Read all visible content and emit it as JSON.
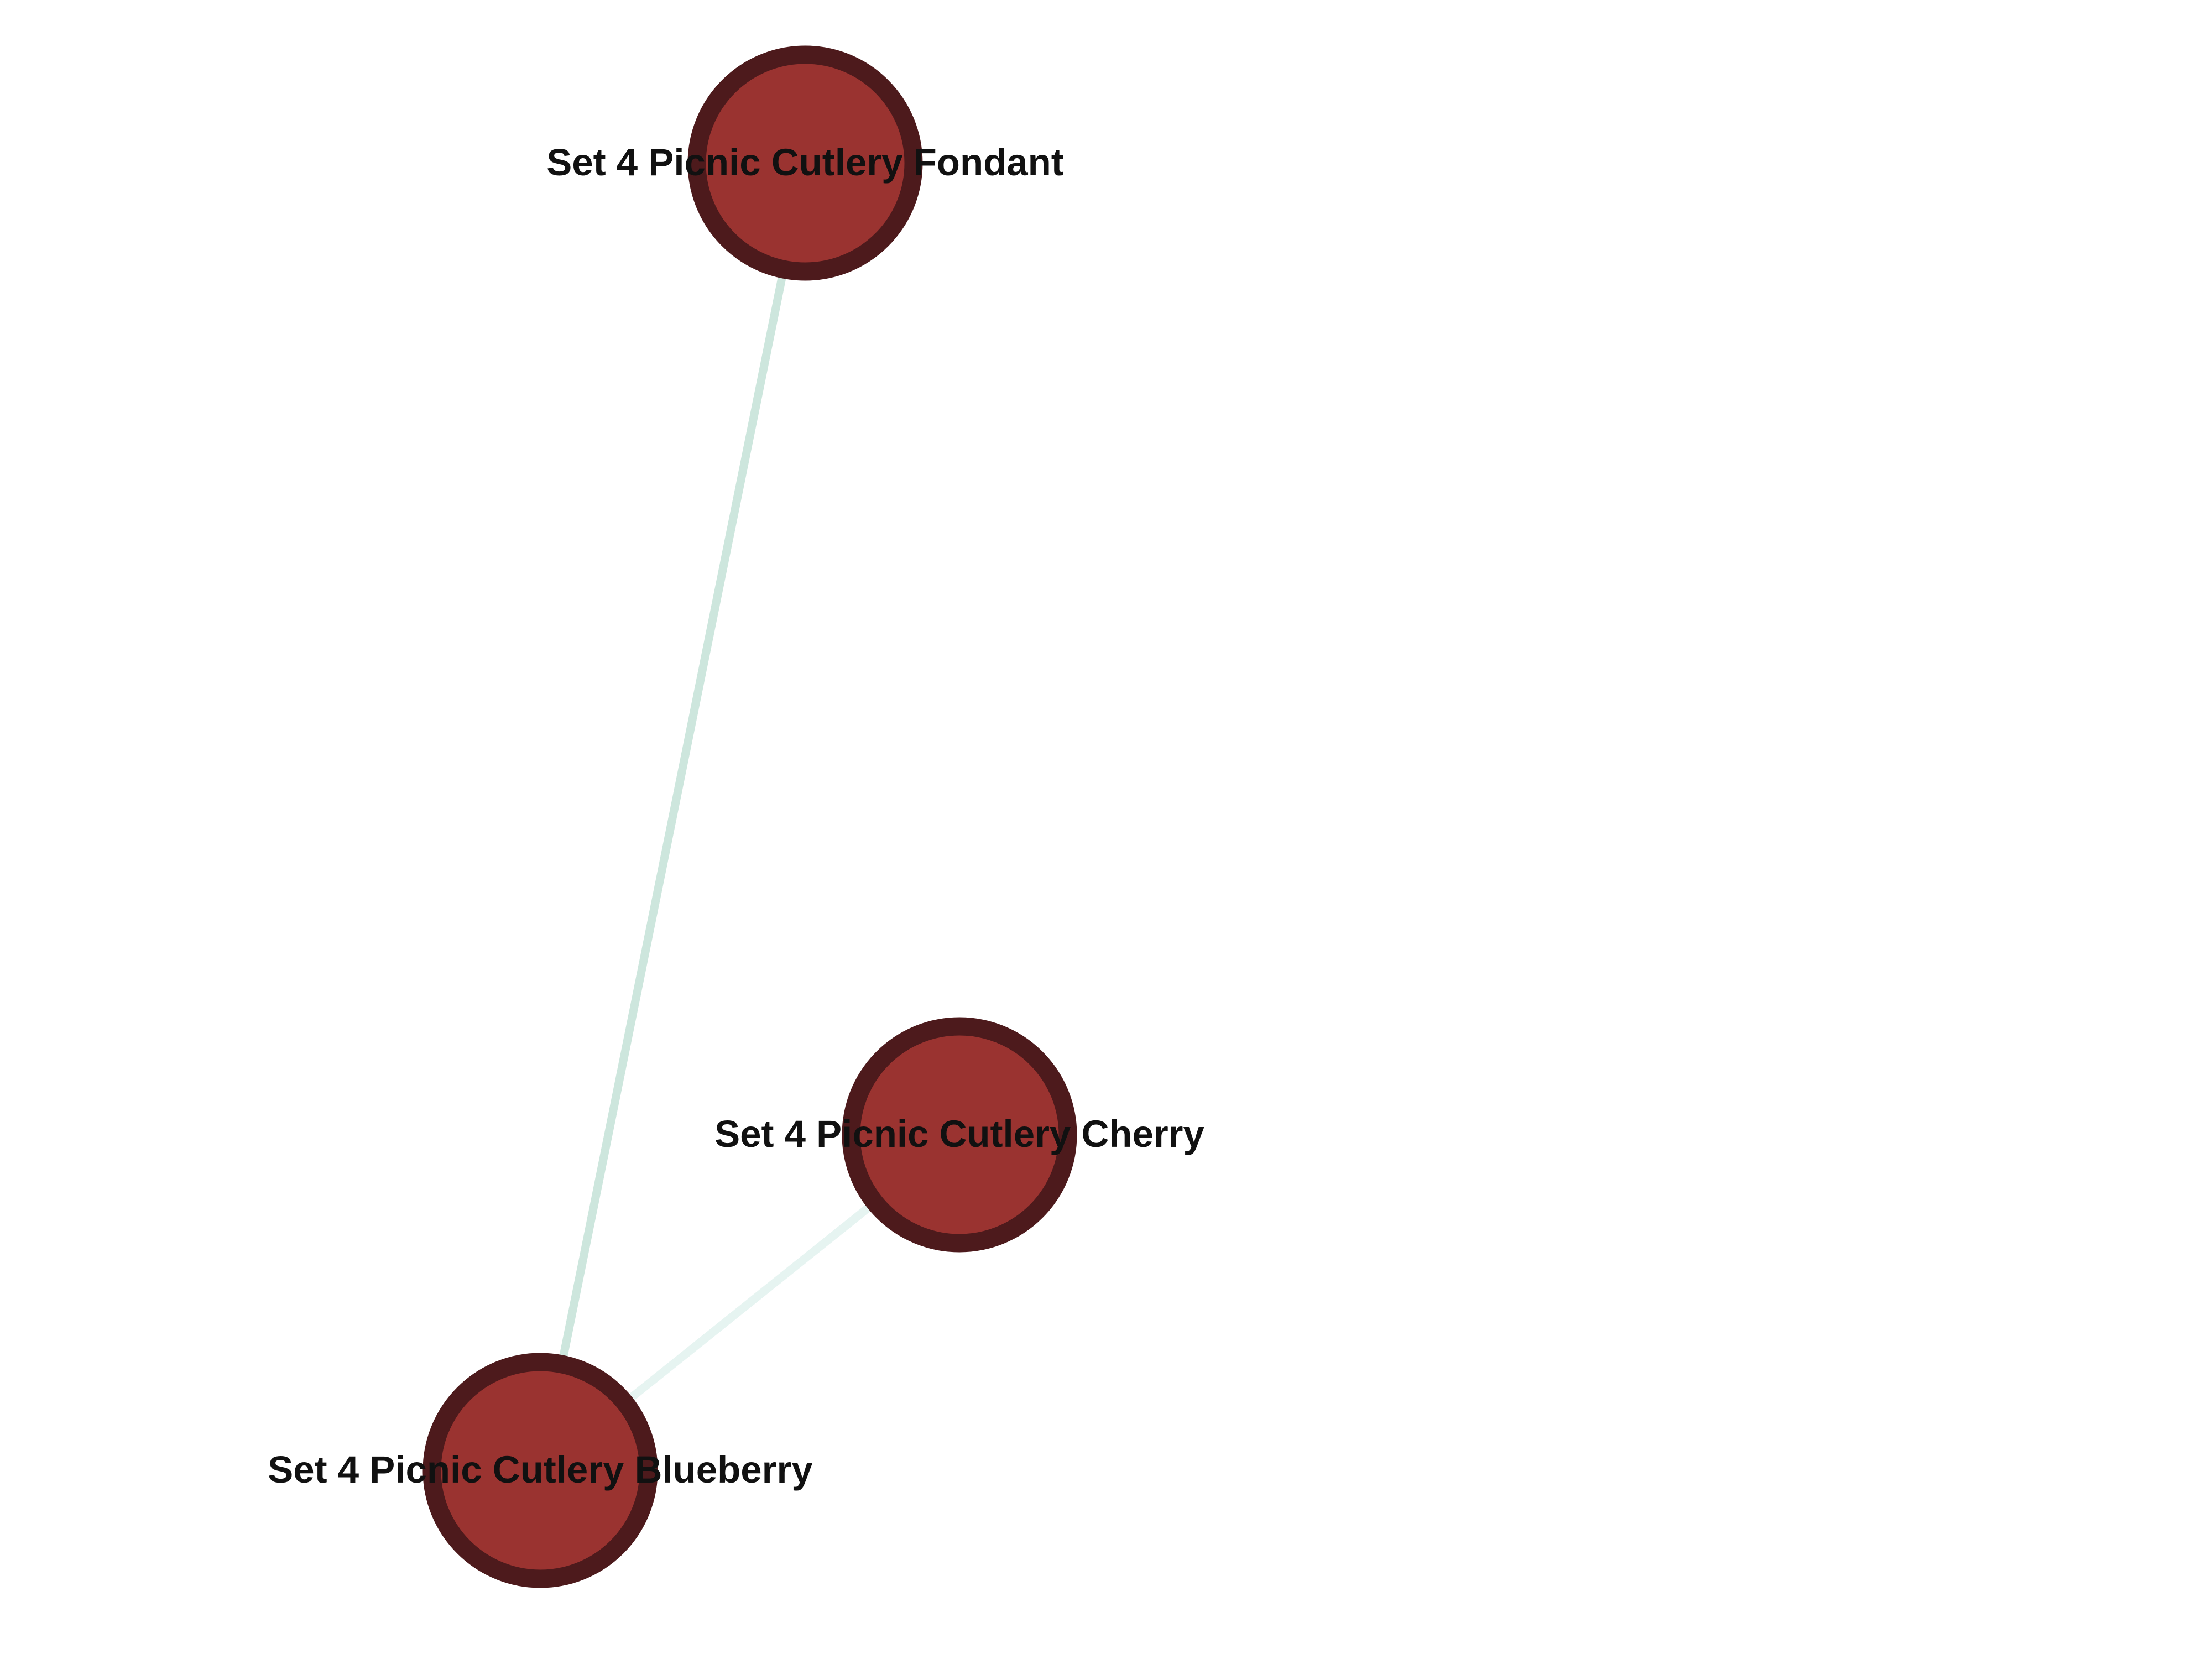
{
  "graph": {
    "nodes": [
      {
        "id": "fondant",
        "label": "Set 4 Picnic Cutlery Fondant"
      },
      {
        "id": "cherry",
        "label": "Set 4 Picnic Cutlery Cherry"
      },
      {
        "id": "blueberry",
        "label": "Set 4 Picnic Cutlery Blueberry"
      }
    ],
    "edges": [
      {
        "source": "fondant",
        "target": "blueberry",
        "color": "#cde6dd"
      },
      {
        "source": "cherry",
        "target": "blueberry",
        "color": "#e6f4f1"
      }
    ],
    "node_fill": "#9a3330",
    "node_stroke": "#4d1a1c"
  }
}
